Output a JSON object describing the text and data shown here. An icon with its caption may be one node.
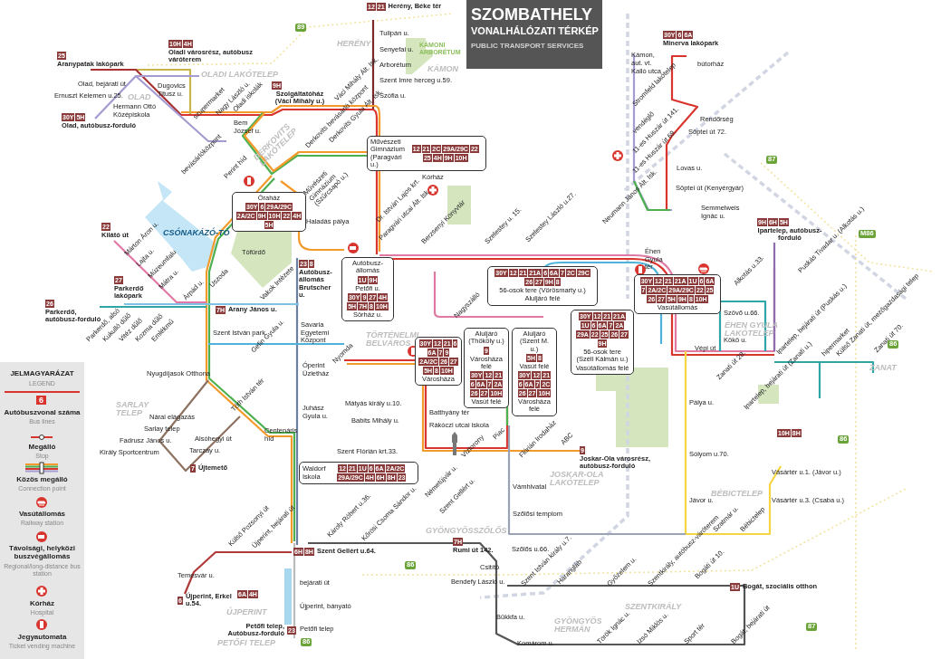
{
  "diagram": {
    "title": "SZOMBATHELY",
    "nodes": [
      {
        "text": [
          "12 21",
          "Herény, Béke tér"
        ]
      },
      {
        "text": [
          "10H 4H",
          "Oladi városrész, autóbusz váróterem"
        ]
      },
      {
        "text": [
          "25",
          "Aranypatak lakópark"
        ]
      },
      {
        "text": [
          "30Y 5H",
          "Olad, autóbusz-forduló"
        ]
      },
      {
        "text": [
          "9H",
          "Szolgáltatóház (Váci Mihály u.)"
        ]
      },
      {
        "text": [
          "30Y 6 6A",
          "Minerva lakópark"
        ]
      },
      {
        "text": [
          "Művészeti Gimnázium (Paragvári u.)",
          "12 21 2C 29A/29C 22 25 4H 9H 10H"
        ]
      },
      {
        "text": [
          "Óraház",
          "30Y 6 29A/29C 2A/2C 9H 10H 22 4H 5H"
        ]
      },
      {
        "text": [
          "22",
          "Kilátó út"
        ]
      },
      {
        "text": [
          "27",
          "Parkerdő lakópark"
        ]
      },
      {
        "text": [
          "26",
          "Parkerdő, autóbusz-forduló"
        ]
      },
      {
        "text": [
          "7H",
          "Arany János u."
        ]
      },
      {
        "text": [
          "9H 6H 5H",
          "Ipartelep, autóbusz-forduló"
        ]
      },
      {
        "text": [
          "23 8",
          "Autóbusz-állomás Brutscher u."
        ]
      },
      {
        "text": [
          "Autóbusz-állomás",
          "1U 9H",
          "Petőfi u.",
          "30Y 9 27 4H 5H 7H 8 10H",
          "Sörház u."
        ]
      },
      {
        "text": [
          "30Y 12 21 21A 6 6A 7 2C 29C 26 27 9H 8",
          "56-osok tere (Vörösmarty u.)",
          "Aluljáró felé"
        ]
      },
      {
        "text": [
          "30Y 12 21 21A 1U 6 6A 7 2A/2C 29A/29C 22 25 26 27 5H 9H 8 10H",
          "Vasútállomás"
        ]
      },
      {
        "text": [
          "30Y 12 21 21A 1U 6 6A 7 2A 29A 22 25 26 27 9H",
          "56-osok tere (Széll Kálmán u.)",
          "Vasútállomás felé"
        ]
      },
      {
        "text": [
          "30Y 12 21 6 6A 7 9 2A/2C 26 27 5H 8 10H",
          "Városháza"
        ]
      },
      {
        "text": [
          "Aluljáró (Thököly u.)",
          "9",
          "Városháza felé",
          "30Y 12 21 6 6A 7 2A 26 27 10H",
          "Vasút felé"
        ]
      },
      {
        "text": [
          "Aluljáró (Szent M. u.)",
          "5H 8",
          "Vasút felé",
          "30Y 12 21 6 6A 7 2C 26 27 10H",
          "Városháza felé"
        ]
      },
      {
        "text": [
          "9",
          "Joskar-Ola városrész, autóbusz-forduló"
        ]
      },
      {
        "text": [
          "10H 8H"
        ]
      },
      {
        "text": [
          "7",
          "Újtemető"
        ]
      },
      {
        "text": [
          "Waldorf Iskola",
          "12 21 1U 6 6A 2A/2C 29A/29C 4H 6H 8H 23"
        ]
      },
      {
        "text": [
          "6H 8H",
          "Szent Gellért u.64."
        ]
      },
      {
        "text": [
          "7H",
          "Rumi út 142."
        ]
      },
      {
        "text": [
          "1U",
          "Bogát, szociális otthon"
        ]
      },
      {
        "text": [
          "6",
          "Újperint, Erkel u.54."
        ]
      },
      {
        "text": [
          "6A 4H"
        ]
      },
      {
        "text": [
          "Petőfi telep, Autóbusz-forduló",
          "23"
        ]
      }
    ],
    "labels": [
      "VONALHÁLÓZATI TÉRKÉP",
      "PUBLIC TRANSPORT SERVICES",
      "89",
      "HERÉNY",
      "Tulipán u.",
      "Senyefai u.",
      "KÁMONI ARBORÉTUM",
      "Arborétum",
      "KÁMON",
      "Szent Imre herceg u.59.",
      "Szófia u.",
      "OLADI LAKÓTELEP",
      "Olad, bejárati út",
      "Dugovics Titusz u.",
      "Ernuszt Kelemen u.25.",
      "OLAD",
      "Hermann Ottó Középiskola",
      "szupermarket",
      "Nagy László u.",
      "Oladi iskolák",
      "Váci Mihály Ált. Isk.",
      "Bem József u.",
      "DERKOVITS LAKÓTELEP",
      "Derkovits bevásárló központ",
      "Derkovits Gyula Ált. Isk.",
      "bevásárlóközpont",
      "Perint híd",
      "Művészeti Gimnázium (Szűrcsapó u.)",
      "Kórház",
      "Dr. István Lajos krt.",
      "Haladás pálya",
      "CSÓNAKÁZÓ-TÓ",
      "Paragvári utcai Ált. Isk.",
      "Berzsenyi Könyvtár",
      "Szelestey u. 15.",
      "Szelestey László u.27.",
      "Neumann János Ált. Isk.",
      "Kámon, aut. vt.",
      "bútorház",
      "Kalló utca",
      "Stromfeld lakótelep",
      "Rendőrség",
      "vendéglő",
      "Söptei út 72.",
      "11-es Huszár út 141.",
      "11-es Huszár út 69.",
      "87",
      "Lovas u.",
      "Söptei út (Kenyérgyár)",
      "Semmelweis Ignác u.",
      "M86",
      "Puskás Tivadar u. (Alkotás u.)",
      "Tófürdő",
      "Márton Áron u.",
      "Lajta u.",
      "Múzeumfalu",
      "Mátra u.",
      "Árpád u.",
      "Uszoda",
      "Vakok Intézete",
      "Alkotás u.33.",
      "Szövő u.66.",
      "ÉHEN GYULA LAKÓTELEP",
      "Kökö u.",
      "Ipartelep, bejárati út (Puskás u.)",
      "hipermarket",
      "Külső Zanati út, mezőgazdasági telep",
      "Zanati út 70.",
      "86",
      "ZANAT",
      "Éhen Gyula tér",
      "Parkerdő, alsó",
      "Kukulló dűlő",
      "Vitéz dűlő",
      "Kozma dűlő",
      "Emlékmű",
      "Szent István park",
      "Savaria Egyetemi Központ",
      "TÖRTÉNELMI BELVÁROS",
      "Gefin Gyula u.",
      "Nyomda",
      "Nagyszálló",
      "Óperint Üzletház",
      "Vépi út",
      "Nyugdíjasok Otthona",
      "Zanati út 28.",
      "Ipartelep, bejárati út (Zanati u.)",
      "Mátyás király u.10.",
      "Batthyány tér",
      "Pálya u.",
      "Piac",
      "Tóth István tér",
      "SARLAY TELEP",
      "Juhász Gyula u.",
      "Nárai elágazás",
      "Babits Mihály u.",
      "Rákóczi utcai iskola",
      "Flórián Irodaház",
      "Sarlay telep",
      "Centenáris híd",
      "ABC",
      "Fadrusz János u.",
      "Alsóhegyi út",
      "Király Sportcentrum",
      "Tarczay u.",
      "Sólyom u.70.",
      "Szent Flórián krt.33.",
      "Víztorony",
      "JOSKAR-OLA LAKÓTELEP",
      "86",
      "Vásártér u.1. (Jávor u.)",
      "Vámhivatal",
      "Jávor u.",
      "BÉBICTELEP",
      "Vásártér u.3. (Csaba u.)",
      "Károly Róbert u.36.",
      "Kőrösi Csoma Sándor u.",
      "Németújvár u.",
      "Szent Gellért u.",
      "Szőlősi templom",
      "GYÖNGYÖSSZŐLŐS",
      "Szatmár u.",
      "Bébictelep",
      "Külső Pozsonyi út",
      "Újperint, bejárati út",
      "Szőlős u.66.",
      "86",
      "Csitító",
      "Temesvár u.",
      "Szent István király u.7.",
      "Harangláb",
      "Győzelem u.",
      "Szentkirály, autóbusz-váróterem",
      "Bogáti út 10.",
      "bejárati út",
      "Bendefy László u.",
      "ÚJPERINT",
      "Újperint, bányató",
      "SZENTKIRÁLY",
      "Bükkfa u.",
      "GYÖNGYÖS HERMÁN",
      "86",
      "Petőfi telep",
      "87",
      "Török Ignác u.",
      "Izsó Miklós u.",
      "Sport tér",
      "Bogát, bejárati út",
      "Komárom u.",
      "PETŐFI TELEP",
      "JELMAGYARÁZAT",
      "LEGEND",
      "6",
      "Bus lines",
      "Stop",
      "Connection point",
      "Railway station",
      "Regional/long-distance bus station",
      "Hospital",
      "Ticket vending machine"
    ],
    "legend": [
      {
        "text": "Autóbuszvonal száma"
      },
      {
        "text": "Megálló"
      },
      {
        "text": "Közös megálló"
      },
      {
        "text": "Vasútállomás"
      },
      {
        "text": "Távolsági, helyközi buszvégállomás"
      },
      {
        "text": "Kórház"
      },
      {
        "text": "Jegyautomata"
      }
    ]
  }
}
